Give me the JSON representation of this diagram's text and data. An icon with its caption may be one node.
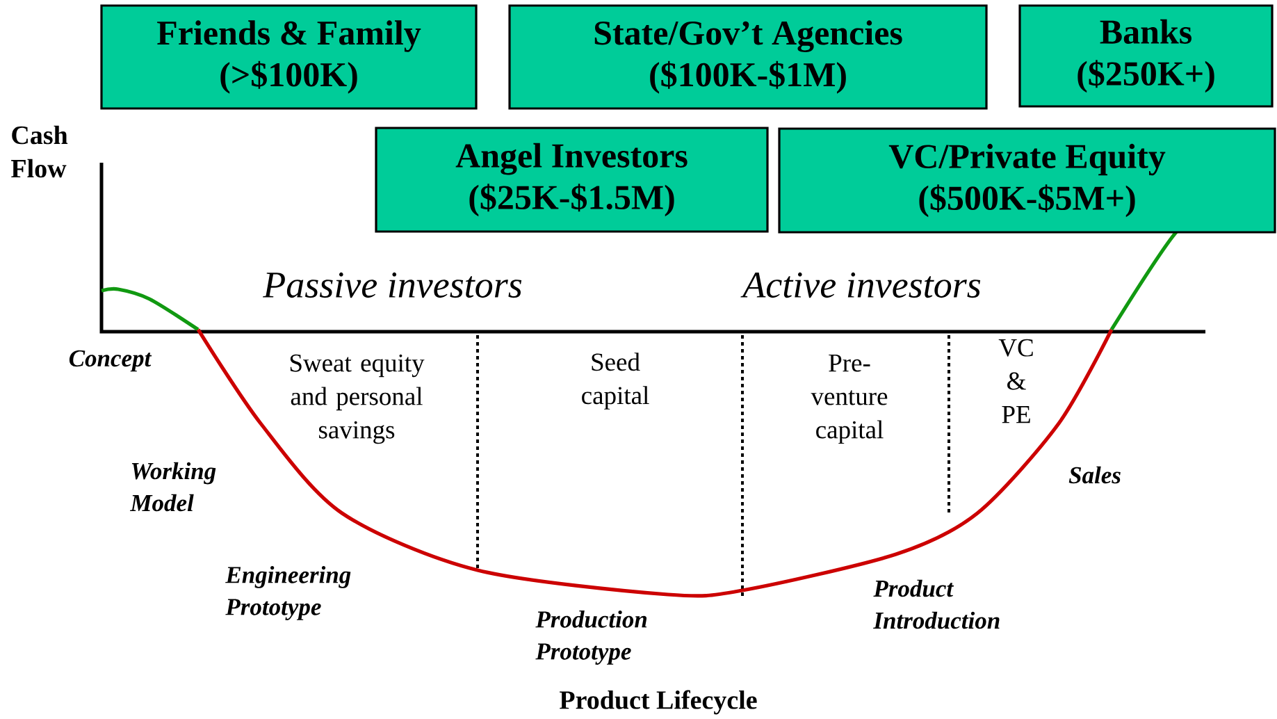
{
  "diagram": {
    "nodes": [
      {
        "text": [
          "Friends & Family",
          "(>$100K)"
        ]
      },
      {
        "text": [
          "State/Gov’t Agencies",
          "($100K-$1M)"
        ]
      },
      {
        "text": [
          "Banks",
          "($250K+)"
        ]
      },
      {
        "text": [
          "Angel Investors",
          "($25K-$1.5M)"
        ]
      },
      {
        "text": [
          "VC/Private Equity",
          "($500K-$5M+)"
        ]
      }
    ],
    "labels": [
      "Cash Flow",
      "Passive investors",
      "Active investors",
      "Concept",
      "Sweat equity and personal savings",
      "Seed capital",
      "Pre-venture capital",
      "VC & PE",
      "Working Model",
      "Sales",
      "Engineering Prototype",
      "Product Introduction",
      "Production Prototype",
      "Product Lifecycle"
    ]
  }
}
